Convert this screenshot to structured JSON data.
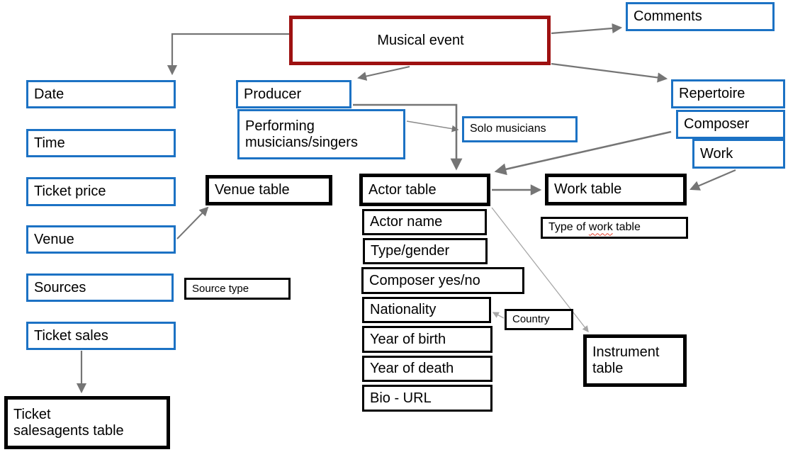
{
  "diagram": {
    "colors": {
      "entity_border_blue": "#1C72C4",
      "root_border_red": "#9E1111",
      "table_border_black": "#000000",
      "arrow_gray": "#757575",
      "arrow_light_gray": "#A6A6A6",
      "spellcheck_red": "#E8412C"
    },
    "nodes": {
      "musical_event": {
        "label": "Musical event"
      },
      "comments": {
        "label": "Comments"
      },
      "date": {
        "label": "Date"
      },
      "time": {
        "label": "Time"
      },
      "ticket_price": {
        "label": "Ticket price"
      },
      "venue": {
        "label": "Venue"
      },
      "sources": {
        "label": "Sources"
      },
      "ticket_sales": {
        "label": "Ticket sales"
      },
      "producer": {
        "label": "Producer"
      },
      "performing_musicians": {
        "label": "Performing\nmusicians/singers"
      },
      "solo_musicians": {
        "label": "Solo musicians"
      },
      "repertoire": {
        "label": "Repertoire"
      },
      "composer": {
        "label": "Composer"
      },
      "work": {
        "label": "Work"
      },
      "venue_table": {
        "label": "Venue table"
      },
      "actor_table": {
        "label": "Actor table",
        "rows": [
          "Actor name",
          "Type/gender",
          "Composer yes/no",
          "Nationality",
          "Year of birth",
          "Year of death",
          "Bio - URL"
        ]
      },
      "work_table": {
        "label": "Work table"
      },
      "type_of_work_table": {
        "pre": "Type of ",
        "misspelled": "work",
        "post": " table"
      },
      "source_type": {
        "label": "Source type"
      },
      "country": {
        "label": "Country"
      },
      "instrument_table": {
        "label": "Instrument\ntable"
      },
      "ticket_salesagents_table": {
        "label": "Ticket\nsalesagents table"
      }
    }
  }
}
